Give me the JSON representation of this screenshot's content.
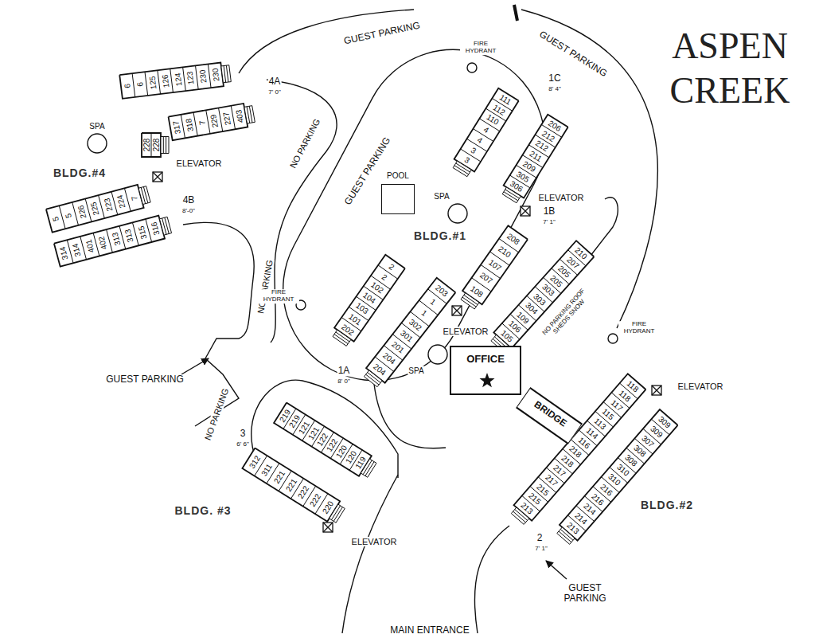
{
  "diagram": {
    "title": "ASPEN CREEK",
    "nodes": [
      {
        "text": [
          "POOL"
        ]
      },
      {
        "text": [
          "OFFICE"
        ]
      },
      {
        "text": [
          "BRIDGE"
        ]
      }
    ],
    "labels": [
      "6",
      "6",
      "125",
      "126",
      "124",
      "123",
      "230",
      "230",
      "228",
      "228",
      "317",
      "318",
      "7",
      "229",
      "227",
      "403",
      "5",
      "5",
      "226",
      "225",
      "223",
      "224",
      "7",
      "314",
      "314",
      "401",
      "402",
      "313",
      "313",
      "315",
      "316",
      "111",
      "112",
      "110",
      "4",
      "4",
      "3",
      "3",
      "206",
      "212",
      "212",
      "211",
      "209",
      "305",
      "306",
      "208",
      "210",
      "107",
      "207",
      "108",
      "2",
      "2",
      "102",
      "104",
      "103",
      "101",
      "202",
      "203",
      "1",
      "1",
      "302",
      "301",
      "201",
      "204",
      "204",
      "210",
      "207",
      "205",
      "205",
      "303",
      "303",
      "304",
      "109",
      "106",
      "105",
      "118",
      "118",
      "117",
      "115",
      "113",
      "114",
      "116",
      "218",
      "218",
      "217",
      "217",
      "215",
      "215",
      "213",
      "309",
      "309",
      "307",
      "308",
      "308",
      "310",
      "310",
      "216",
      "216",
      "214",
      "214",
      "213",
      "219",
      "219",
      "121",
      "121",
      "122",
      "122",
      "120",
      "120",
      "119",
      "312",
      "311",
      "221",
      "221",
      "222",
      "222",
      "220",
      "GUEST PARKING",
      "GUEST PARKING",
      "GUEST PARKING",
      "GUEST PARKING",
      "GUEST PARKING",
      "NO PARKING",
      "NO PARKING",
      "NO PARKING",
      "NO PARKING ROOF SHEDS SNOW",
      "FIRE HYDRANT",
      "FIRE HYDRANT",
      "FIRE HYDRANT",
      "ELEVATOR",
      "ELEVATOR",
      "ELEVATOR",
      "ELEVATOR",
      "ELEVATOR",
      "SPA",
      "SPA",
      "SPA",
      "BLDG.#4",
      "BLDG.#1",
      "BLDG. #3",
      "BLDG.#2",
      "MAIN ENTRANCE",
      "4A",
      "7' 0\"",
      "4B",
      "8'-0\"",
      "1C",
      "8' 4\"",
      "1B",
      "7' 1\"",
      "1A",
      "8' 0\"",
      "3",
      "6' 6\"",
      "2",
      "7' 1\""
    ]
  }
}
